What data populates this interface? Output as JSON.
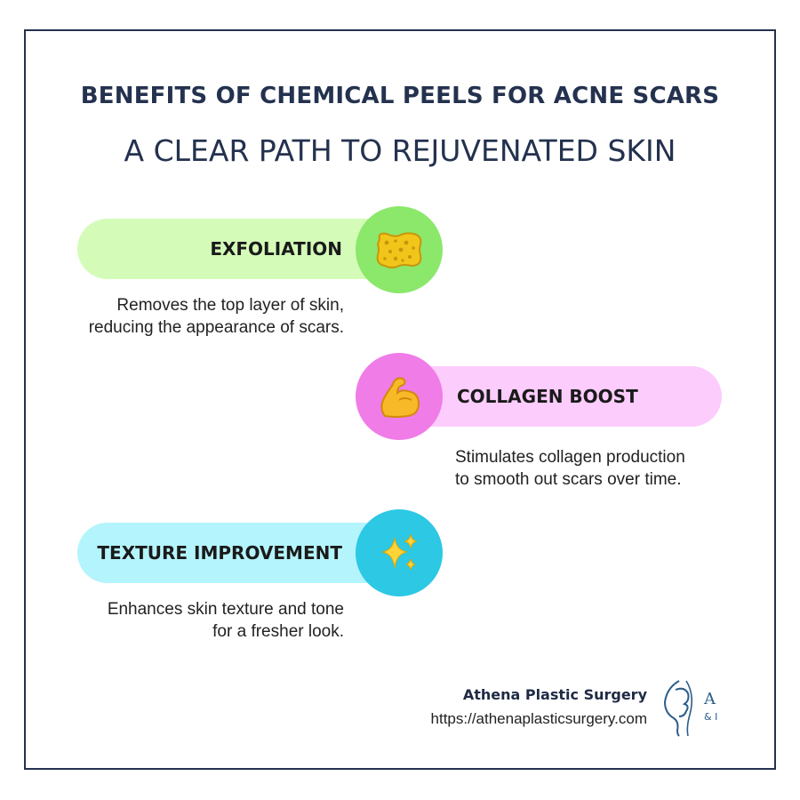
{
  "header": {
    "title": "BENEFITS OF CHEMICAL PEELS FOR ACNE SCARS",
    "subtitle": "A CLEAR PATH TO REJUVENATED SKIN"
  },
  "benefits": [
    {
      "title": "EXFOLIATION",
      "description": "Removes the top layer of skin, reducing the appearance of scars.",
      "icon": "sponge-icon",
      "pill_color": "#d4fcb8",
      "circle_color": "#8be86a"
    },
    {
      "title": "COLLAGEN BOOST",
      "description": "Stimulates collagen production to smooth out scars over time.",
      "icon": "flexed-bicep-icon",
      "pill_color": "#fcccfc",
      "circle_color": "#f07ce8"
    },
    {
      "title": "TEXTURE IMPROVEMENT",
      "description": "Enhances skin texture and tone for a fresher look.",
      "icon": "sparkles-icon",
      "pill_color": "#b4f4fc",
      "circle_color": "#2cc8e4"
    }
  ],
  "footer": {
    "brand_name": "Athena Plastic Surgery",
    "url": "https://athenaplasticsurgery.com",
    "logo_letter": "A",
    "logo_sub": "& I"
  },
  "colors": {
    "frame_border": "#24324f",
    "heading_text": "#24324f",
    "logo_blue": "#2b5d8a"
  }
}
